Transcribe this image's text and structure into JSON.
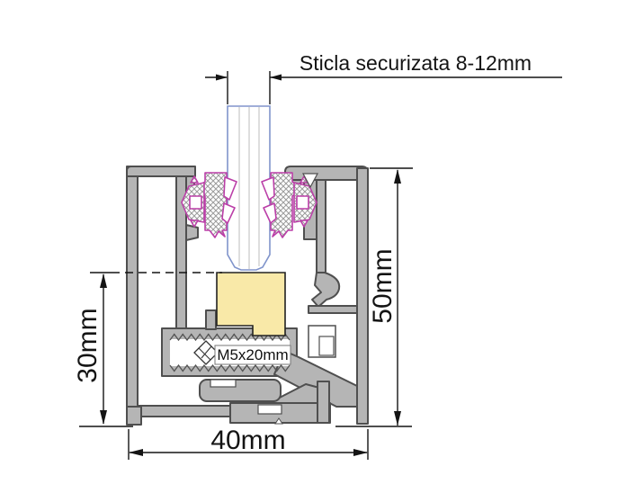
{
  "diagram": {
    "title": "Sticla securizata 8-12mm",
    "screw_label": "M5x20mm",
    "dim_right": "50mm",
    "dim_left": "30mm",
    "dim_bottom": "40mm",
    "colors": {
      "background": "#ffffff",
      "profile_fill": "#b5b5b5",
      "profile_stroke": "#4f4f4f",
      "glass_stroke": "#8094cb",
      "glass_inner_line": "#c9c9c9",
      "gasket_stroke": "#bb3fa8",
      "hatch_line": "#9b9b9b",
      "wedge_fill": "#f9e9a8",
      "wedge_stroke": "#222222",
      "thread_stroke": "#555555",
      "dimension_color": "#141414"
    }
  }
}
